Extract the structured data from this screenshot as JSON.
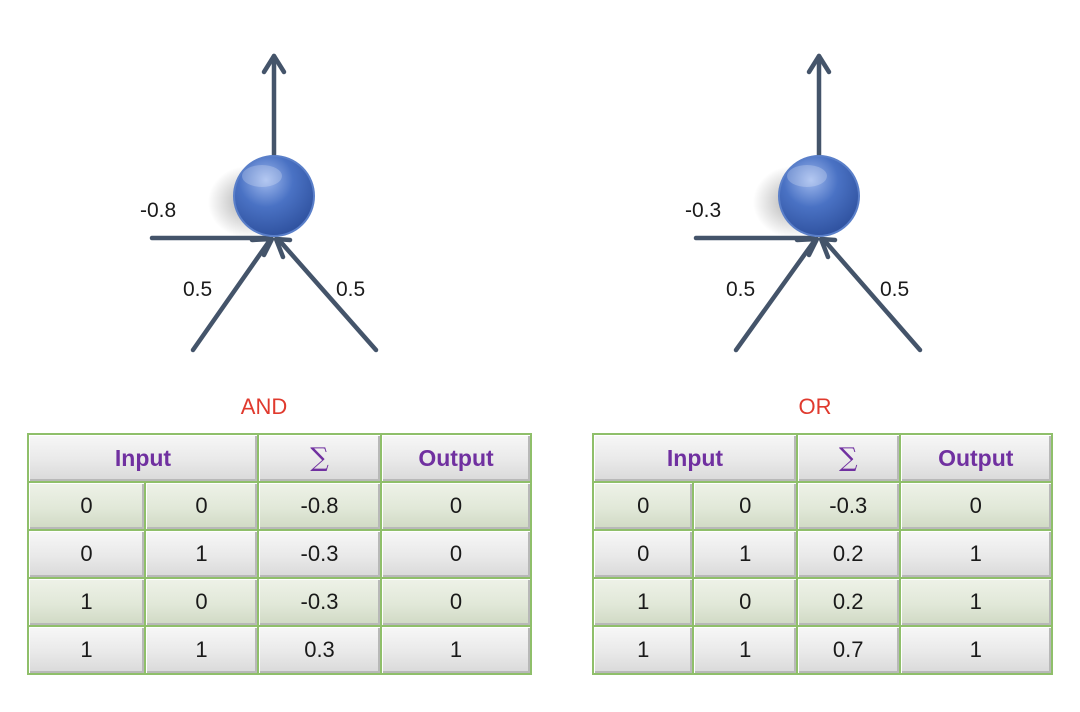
{
  "and": {
    "title": "AND",
    "weights": {
      "bias": "-0.8",
      "left": "0.5",
      "right": "0.5"
    },
    "headers": {
      "input": "Input",
      "sum": "∑",
      "output": "Output"
    },
    "rows": [
      [
        "0",
        "0",
        "-0.8",
        "0"
      ],
      [
        "0",
        "1",
        "-0.3",
        "0"
      ],
      [
        "1",
        "0",
        "-0.3",
        "0"
      ],
      [
        "1",
        "1",
        "0.3",
        "1"
      ]
    ]
  },
  "or": {
    "title": "OR",
    "weights": {
      "bias": "-0.3",
      "left": "0.5",
      "right": "0.5"
    },
    "headers": {
      "input": "Input",
      "sum": "∑",
      "output": "Output"
    },
    "rows": [
      [
        "0",
        "0",
        "-0.3",
        "0"
      ],
      [
        "0",
        "1",
        "0.2",
        "1"
      ],
      [
        "1",
        "0",
        "0.2",
        "1"
      ],
      [
        "1",
        "1",
        "0.7",
        "1"
      ]
    ]
  },
  "colors": {
    "neuron": "#4a72c4",
    "arrow": "#44546a",
    "title": "#e03a2e",
    "header": "#7030a0",
    "table_border": "#8fbf6a"
  }
}
